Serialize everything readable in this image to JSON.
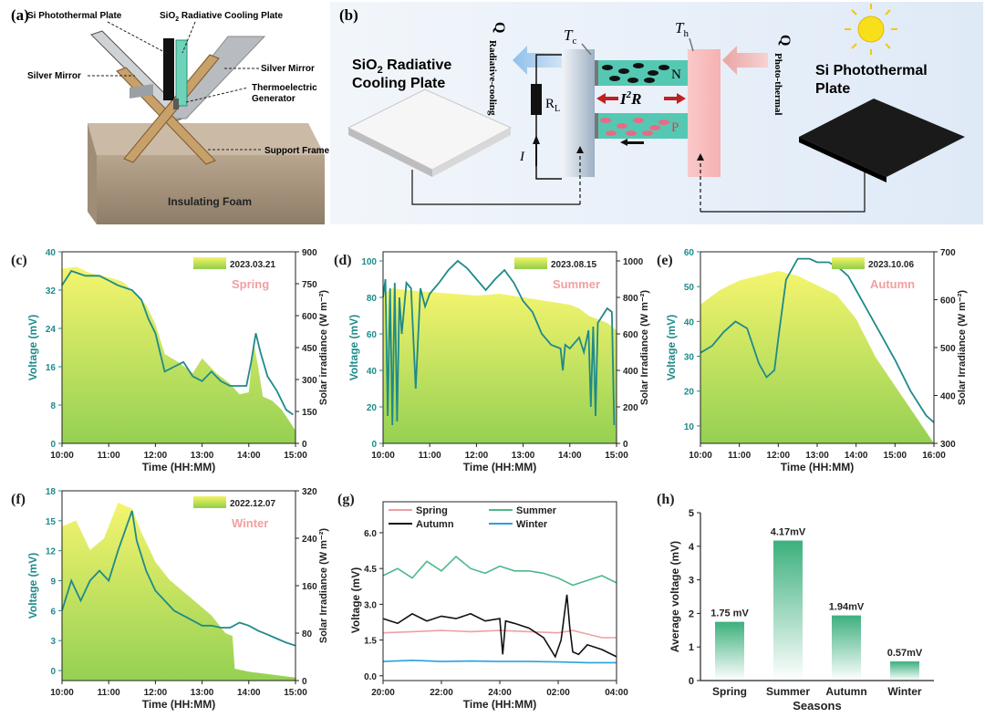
{
  "colors": {
    "teal": "#1f8a8a",
    "yellow": "#f4f466",
    "green": "#8fce4a",
    "pink_label": "#f2a0a0",
    "spring": "#f0a0a0",
    "summer": "#4fb88a",
    "autumn": "#111111",
    "winter": "#2aa0e0",
    "bar_top": "#3cb07d",
    "banner": "#e9f1fa"
  },
  "panel_a": {
    "label": "(a)",
    "parts": {
      "si_plate": "Si Photothermal Plate",
      "sio2_plate_pre": "SiO",
      "sio2_plate_sub": "2",
      "sio2_plate_post": " Radiative Cooling Plate",
      "silver_left": "Silver Mirror",
      "silver_right": "Silver Mirror",
      "teg_line1": "Thermoelectric",
      "teg_line2": "Generator",
      "support": "Support Frame",
      "foam": "Insulating Foam"
    }
  },
  "panel_b": {
    "label": "(b)",
    "sio2_title_line1_pre": "SiO",
    "sio2_title_line1_sub": "2",
    "sio2_title_line1_post": " Radiative",
    "sio2_title_line2": "Cooling Plate",
    "si_title_line1": "Si Photothermal",
    "si_title_line2": "Plate",
    "q_left_main": "Q",
    "q_left_sub": "Radiative-cooling",
    "q_right_main": "Q",
    "q_right_sub": "Photo-thermal",
    "tc_main": "T",
    "tc_sub": "c",
    "th_main": "T",
    "th_sub": "h",
    "rl_main": "R",
    "rl_sub": "L",
    "current": "I",
    "joule_main": "I",
    "joule_sup": "2",
    "joule_post": "R",
    "n_label": "N",
    "p_label": "P"
  },
  "chart_data": [
    {
      "id": "c",
      "type": "line",
      "panel_label": "(c)",
      "season": "Spring",
      "legend": "2023.03.21",
      "xlabel": "Time (HH:MM)",
      "ylabel_left": "Voltage (mV)",
      "ylabel_right": "Solar irradiance (W m⁻²)",
      "x_ticks": [
        "10:00",
        "11:00",
        "12:00",
        "13:00",
        "14:00",
        "15:00"
      ],
      "xlim": [
        0,
        5
      ],
      "ylim_left": [
        0,
        40
      ],
      "yticks_left": [
        0,
        8,
        16,
        24,
        32,
        40
      ],
      "ylim_right": [
        0,
        900
      ],
      "yticks_right": [
        0,
        150,
        300,
        450,
        600,
        750,
        900
      ],
      "voltage": {
        "x": [
          0,
          0.2,
          0.5,
          0.8,
          1.0,
          1.2,
          1.5,
          1.7,
          1.85,
          2.0,
          2.1,
          2.2,
          2.4,
          2.6,
          2.8,
          3.0,
          3.2,
          3.4,
          3.6,
          3.8,
          3.95,
          4.05,
          4.15,
          4.25,
          4.4,
          4.6,
          4.8,
          4.95
        ],
        "y": [
          33,
          36,
          35,
          35,
          34,
          33,
          32,
          30,
          26,
          23,
          19,
          15,
          16,
          17,
          14,
          13,
          15,
          13,
          12,
          12,
          12,
          17,
          23,
          19,
          14,
          11,
          7,
          6
        ]
      },
      "irradiance": {
        "x": [
          0,
          0.3,
          0.6,
          1.0,
          1.3,
          1.6,
          1.8,
          2.0,
          2.2,
          2.5,
          2.8,
          3.0,
          3.3,
          3.6,
          3.8,
          4.0,
          4.1,
          4.2,
          4.3,
          4.5,
          4.7,
          4.85,
          5.0
        ],
        "y": [
          820,
          830,
          800,
          780,
          760,
          700,
          650,
          560,
          420,
          380,
          330,
          400,
          330,
          280,
          230,
          240,
          480,
          360,
          220,
          200,
          160,
          110,
          60
        ]
      }
    },
    {
      "id": "d",
      "type": "line",
      "panel_label": "(d)",
      "season": "Summer",
      "legend": "2023.08.15",
      "xlabel": "Time (HH:MM)",
      "ylabel_left": "Voltage (mV)",
      "ylabel_right": "Solar Irradiance (W m⁻²)",
      "x_ticks": [
        "10:00",
        "11:00",
        "12:00",
        "13:00",
        "14:00",
        "15:00"
      ],
      "xlim": [
        0,
        5
      ],
      "ylim_left": [
        0,
        105
      ],
      "yticks_left": [
        0,
        20,
        40,
        60,
        80,
        100
      ],
      "ylim_right": [
        0,
        1050
      ],
      "yticks_right": [
        0,
        200,
        400,
        600,
        800,
        1000
      ],
      "voltage": {
        "x": [
          0,
          0.05,
          0.1,
          0.15,
          0.2,
          0.25,
          0.3,
          0.35,
          0.4,
          0.5,
          0.6,
          0.7,
          0.8,
          0.9,
          1.0,
          1.2,
          1.4,
          1.6,
          1.8,
          2.0,
          2.2,
          2.4,
          2.6,
          2.8,
          3.0,
          3.2,
          3.4,
          3.6,
          3.8,
          3.85,
          3.9,
          4.0,
          4.2,
          4.3,
          4.4,
          4.45,
          4.5,
          4.55,
          4.6,
          4.7,
          4.8,
          4.9,
          4.95
        ],
        "y": [
          80,
          90,
          15,
          85,
          10,
          88,
          12,
          80,
          60,
          88,
          85,
          30,
          85,
          75,
          82,
          88,
          95,
          100,
          96,
          90,
          84,
          90,
          95,
          88,
          78,
          72,
          60,
          54,
          52,
          40,
          54,
          52,
          58,
          50,
          62,
          20,
          64,
          15,
          66,
          70,
          74,
          72,
          10
        ]
      },
      "irradiance": {
        "x": [
          0,
          0.2,
          0.5,
          1.0,
          1.5,
          2.0,
          2.5,
          3.0,
          3.5,
          4.0,
          4.2,
          4.4,
          4.6,
          4.8,
          5.0
        ],
        "y": [
          820,
          850,
          840,
          830,
          820,
          810,
          820,
          800,
          780,
          760,
          740,
          700,
          680,
          660,
          620
        ]
      }
    },
    {
      "id": "e",
      "type": "line",
      "panel_label": "(e)",
      "season": "Autumn",
      "legend": "2023.10.06",
      "xlabel": "Time (HH:MM)",
      "ylabel_left": "Voltage (mV)",
      "ylabel_right": "Solar Irradiance (W m⁻²)",
      "x_ticks": [
        "10:00",
        "11:00",
        "12:00",
        "13:00",
        "14:00",
        "15:00",
        "16:00"
      ],
      "xlim": [
        0,
        6
      ],
      "ylim_left": [
        5,
        60
      ],
      "yticks_left": [
        10,
        20,
        30,
        40,
        50,
        60
      ],
      "ylim_right": [
        300,
        700
      ],
      "yticks_right": [
        300,
        400,
        500,
        600,
        700
      ],
      "voltage": {
        "x": [
          0,
          0.3,
          0.6,
          0.9,
          1.2,
          1.5,
          1.7,
          1.9,
          2.0,
          2.2,
          2.5,
          2.8,
          3.0,
          3.3,
          3.6,
          3.8,
          4.0,
          4.3,
          4.6,
          5.0,
          5.4,
          5.8,
          6.0
        ],
        "y": [
          31,
          33,
          37,
          40,
          38,
          28,
          24,
          26,
          35,
          52,
          58,
          58,
          57,
          57,
          55,
          53,
          49,
          43,
          37,
          29,
          20,
          13,
          11
        ]
      },
      "irradiance": {
        "x": [
          0,
          0.5,
          1.0,
          1.5,
          2.0,
          2.5,
          3.0,
          3.5,
          4.0,
          4.5,
          5.0,
          5.5,
          6.0
        ],
        "y": [
          590,
          620,
          640,
          650,
          660,
          650,
          630,
          610,
          560,
          480,
          420,
          360,
          300
        ]
      }
    },
    {
      "id": "f",
      "type": "line",
      "panel_label": "(f)",
      "season": "Winter",
      "legend": "2022.12.07",
      "xlabel": "Time (HH:MM)",
      "ylabel_left": "Voltage (mV)",
      "ylabel_right": "Solar Irradiance (W m⁻²)",
      "x_ticks": [
        "10:00",
        "11:00",
        "12:00",
        "13:00",
        "14:00",
        "15:00"
      ],
      "xlim": [
        0,
        5
      ],
      "ylim_left": [
        -1,
        18
      ],
      "yticks_left": [
        0,
        3,
        6,
        9,
        12,
        15,
        18
      ],
      "ylim_right": [
        0,
        320
      ],
      "yticks_right": [
        0,
        80,
        160,
        240,
        320
      ],
      "voltage": {
        "x": [
          0,
          0.2,
          0.4,
          0.6,
          0.8,
          1.0,
          1.2,
          1.35,
          1.5,
          1.6,
          1.8,
          2.0,
          2.2,
          2.4,
          2.6,
          2.8,
          3.0,
          3.2,
          3.4,
          3.6,
          3.8,
          4.0,
          4.2,
          4.4,
          4.6,
          4.8,
          5.0
        ],
        "y": [
          6,
          9,
          7,
          9,
          10,
          9,
          12,
          14,
          16,
          13,
          10,
          8,
          7,
          6,
          5.5,
          5,
          4.5,
          4.5,
          4.3,
          4.3,
          4.8,
          4.5,
          4,
          3.6,
          3.2,
          2.8,
          2.5
        ]
      },
      "irradiance": {
        "x": [
          0,
          0.3,
          0.6,
          0.9,
          1.2,
          1.5,
          1.7,
          2.0,
          2.3,
          2.6,
          2.9,
          3.2,
          3.5,
          3.65,
          3.7,
          4.0,
          4.5,
          5.0
        ],
        "y": [
          260,
          270,
          220,
          240,
          300,
          290,
          250,
          200,
          170,
          150,
          130,
          110,
          80,
          75,
          20,
          15,
          10,
          5
        ]
      }
    },
    {
      "id": "g",
      "type": "line",
      "panel_label": "(g)",
      "xlabel": "Time (HH:MM)",
      "ylabel": "Voltage (mV)",
      "x_ticks": [
        "20:00",
        "22:00",
        "24:00",
        "02:00",
        "04:00"
      ],
      "xlim": [
        0,
        8
      ],
      "ylim": [
        -0.2,
        7.3
      ],
      "yticks": [
        "0.0",
        "1.5",
        "3.0",
        "4.5",
        "6.0"
      ],
      "ytick_values": [
        0,
        1.5,
        3,
        4.5,
        6
      ],
      "series": [
        {
          "name": "Spring",
          "x": [
            0,
            1,
            2,
            3,
            4,
            5,
            6,
            6.5,
            7,
            7.5,
            8
          ],
          "y": [
            1.8,
            1.85,
            1.9,
            1.85,
            1.9,
            1.85,
            1.8,
            1.9,
            1.75,
            1.6,
            1.6
          ]
        },
        {
          "name": "Summer",
          "x": [
            0,
            0.5,
            1,
            1.5,
            2,
            2.5,
            3,
            3.5,
            4,
            4.5,
            5,
            5.5,
            6,
            6.5,
            7,
            7.5,
            8
          ],
          "y": [
            4.2,
            4.5,
            4.1,
            4.8,
            4.4,
            5.0,
            4.5,
            4.3,
            4.6,
            4.4,
            4.4,
            4.3,
            4.1,
            3.8,
            4.0,
            4.2,
            3.9
          ]
        },
        {
          "name": "Autumn",
          "x": [
            0,
            0.5,
            1,
            1.5,
            2,
            2.5,
            3,
            3.5,
            4,
            4.1,
            4.2,
            4.5,
            5,
            5.5,
            5.9,
            6.1,
            6.3,
            6.4,
            6.5,
            6.7,
            7,
            7.5,
            8
          ],
          "y": [
            2.4,
            2.2,
            2.6,
            2.3,
            2.5,
            2.4,
            2.6,
            2.3,
            2.4,
            0.9,
            2.3,
            2.2,
            2.0,
            1.6,
            0.8,
            1.5,
            3.4,
            2.0,
            1.0,
            0.9,
            1.3,
            1.1,
            0.8
          ]
        },
        {
          "name": "Winter",
          "x": [
            0,
            1,
            2,
            3,
            4,
            5,
            6,
            7,
            8
          ],
          "y": [
            0.6,
            0.65,
            0.6,
            0.62,
            0.6,
            0.6,
            0.58,
            0.55,
            0.55
          ]
        }
      ]
    },
    {
      "id": "h",
      "type": "bar",
      "panel_label": "(h)",
      "xlabel": "Seasons",
      "ylabel": "Average voltage (mV)",
      "categories": [
        "Spring",
        "Summer",
        "Autumn",
        "Winter"
      ],
      "values": [
        1.75,
        4.17,
        1.94,
        0.57
      ],
      "data_labels": [
        "1.75 mV",
        "4.17mV",
        "1.94mV",
        "0.57mV"
      ],
      "ylim": [
        0,
        5
      ],
      "yticks": [
        0,
        1,
        2,
        3,
        4,
        5
      ]
    }
  ]
}
